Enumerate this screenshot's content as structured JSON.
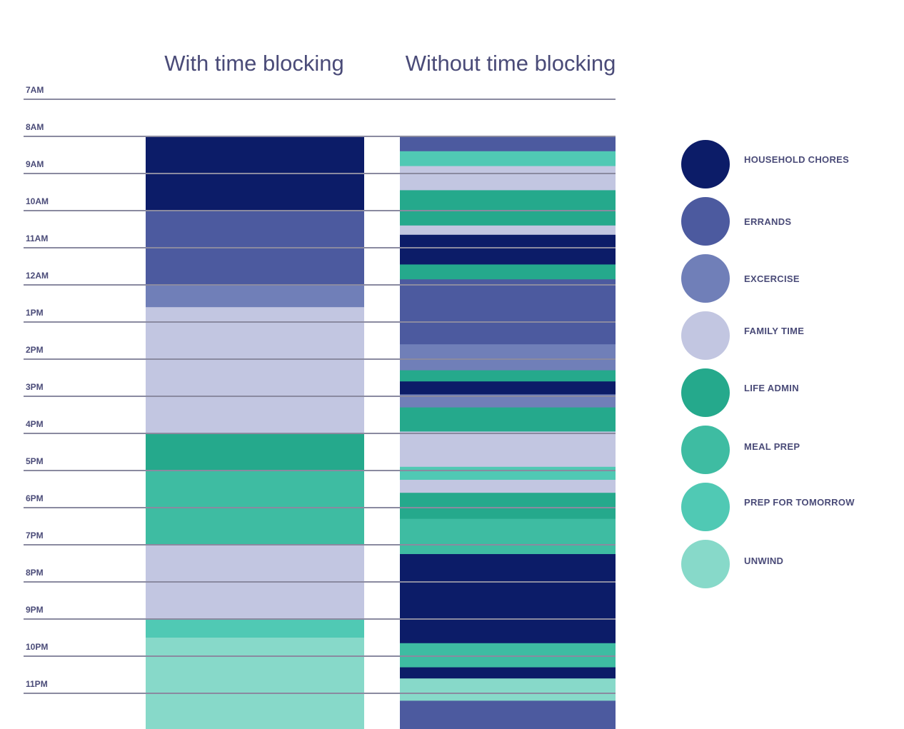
{
  "chart_data": {
    "type": "timeline",
    "columns": [
      {
        "title": "With time blocking",
        "blocks": [
          {
            "start": 8.0,
            "end": 10.0,
            "category": "HOUSEHOLD CHORES"
          },
          {
            "start": 10.0,
            "end": 12.0,
            "category": "ERRANDS"
          },
          {
            "start": 12.0,
            "end": 12.6,
            "category": "EXCERCISE"
          },
          {
            "start": 12.6,
            "end": 16.0,
            "category": "FAMILY TIME"
          },
          {
            "start": 16.0,
            "end": 17.0,
            "category": "LIFE ADMIN"
          },
          {
            "start": 17.0,
            "end": 19.0,
            "category": "MEAL PREP"
          },
          {
            "start": 19.0,
            "end": 21.0,
            "category": "FAMILY TIME"
          },
          {
            "start": 21.0,
            "end": 21.5,
            "category": "PREP FOR TOMORROW"
          },
          {
            "start": 21.5,
            "end": 24.0,
            "category": "UNWIND"
          }
        ]
      },
      {
        "title": "Without time blocking",
        "blocks": [
          {
            "start": 8.0,
            "end": 8.4,
            "category": "ERRANDS"
          },
          {
            "start": 8.4,
            "end": 8.8,
            "category": "PREP FOR TOMORROW"
          },
          {
            "start": 8.8,
            "end": 9.45,
            "category": "FAMILY TIME"
          },
          {
            "start": 9.45,
            "end": 10.4,
            "category": "LIFE ADMIN"
          },
          {
            "start": 10.4,
            "end": 10.65,
            "category": "FAMILY TIME"
          },
          {
            "start": 10.65,
            "end": 11.45,
            "category": "HOUSEHOLD CHORES"
          },
          {
            "start": 11.45,
            "end": 11.85,
            "category": "LIFE ADMIN"
          },
          {
            "start": 11.85,
            "end": 13.6,
            "category": "ERRANDS"
          },
          {
            "start": 13.6,
            "end": 14.3,
            "category": "EXCERCISE"
          },
          {
            "start": 14.3,
            "end": 14.6,
            "category": "LIFE ADMIN"
          },
          {
            "start": 14.6,
            "end": 14.95,
            "category": "HOUSEHOLD CHORES"
          },
          {
            "start": 14.95,
            "end": 15.3,
            "category": "EXCERCISE"
          },
          {
            "start": 15.3,
            "end": 15.95,
            "category": "LIFE ADMIN"
          },
          {
            "start": 15.95,
            "end": 16.9,
            "category": "FAMILY TIME"
          },
          {
            "start": 16.9,
            "end": 17.25,
            "category": "PREP FOR TOMORROW"
          },
          {
            "start": 17.25,
            "end": 17.6,
            "category": "FAMILY TIME"
          },
          {
            "start": 17.6,
            "end": 18.3,
            "category": "LIFE ADMIN"
          },
          {
            "start": 18.3,
            "end": 19.25,
            "category": "MEAL PREP"
          },
          {
            "start": 19.25,
            "end": 21.65,
            "category": "HOUSEHOLD CHORES"
          },
          {
            "start": 21.65,
            "end": 22.3,
            "category": "MEAL PREP"
          },
          {
            "start": 22.3,
            "end": 22.6,
            "category": "HOUSEHOLD CHORES"
          },
          {
            "start": 22.6,
            "end": 23.2,
            "category": "UNWIND"
          },
          {
            "start": 23.2,
            "end": 24.0,
            "category": "ERRANDS"
          }
        ]
      }
    ],
    "hour_labels": [
      "7AM",
      "8AM",
      "9AM",
      "10AM",
      "11AM",
      "12AM",
      "1PM",
      "2PM",
      "3PM",
      "4PM",
      "5PM",
      "6PM",
      "7PM",
      "8PM",
      "9PM",
      "10PM",
      "11PM"
    ],
    "time_range": [
      7,
      24
    ],
    "legend": [
      {
        "label": "HOUSEHOLD CHORES",
        "color": "#0c1c68"
      },
      {
        "label": "ERRANDS",
        "color": "#4c5a9f"
      },
      {
        "label": "EXCERCISE",
        "color": "#707fb8"
      },
      {
        "label": "FAMILY TIME",
        "color": "#c2c6e1"
      },
      {
        "label": "LIFE ADMIN",
        "color": "#25a98c"
      },
      {
        "label": "MEAL PREP",
        "color": "#3ebca2"
      },
      {
        "label": "PREP FOR TOMORROW",
        "color": "#50c9b4"
      },
      {
        "label": "UNWIND",
        "color": "#87d9c9"
      }
    ]
  }
}
